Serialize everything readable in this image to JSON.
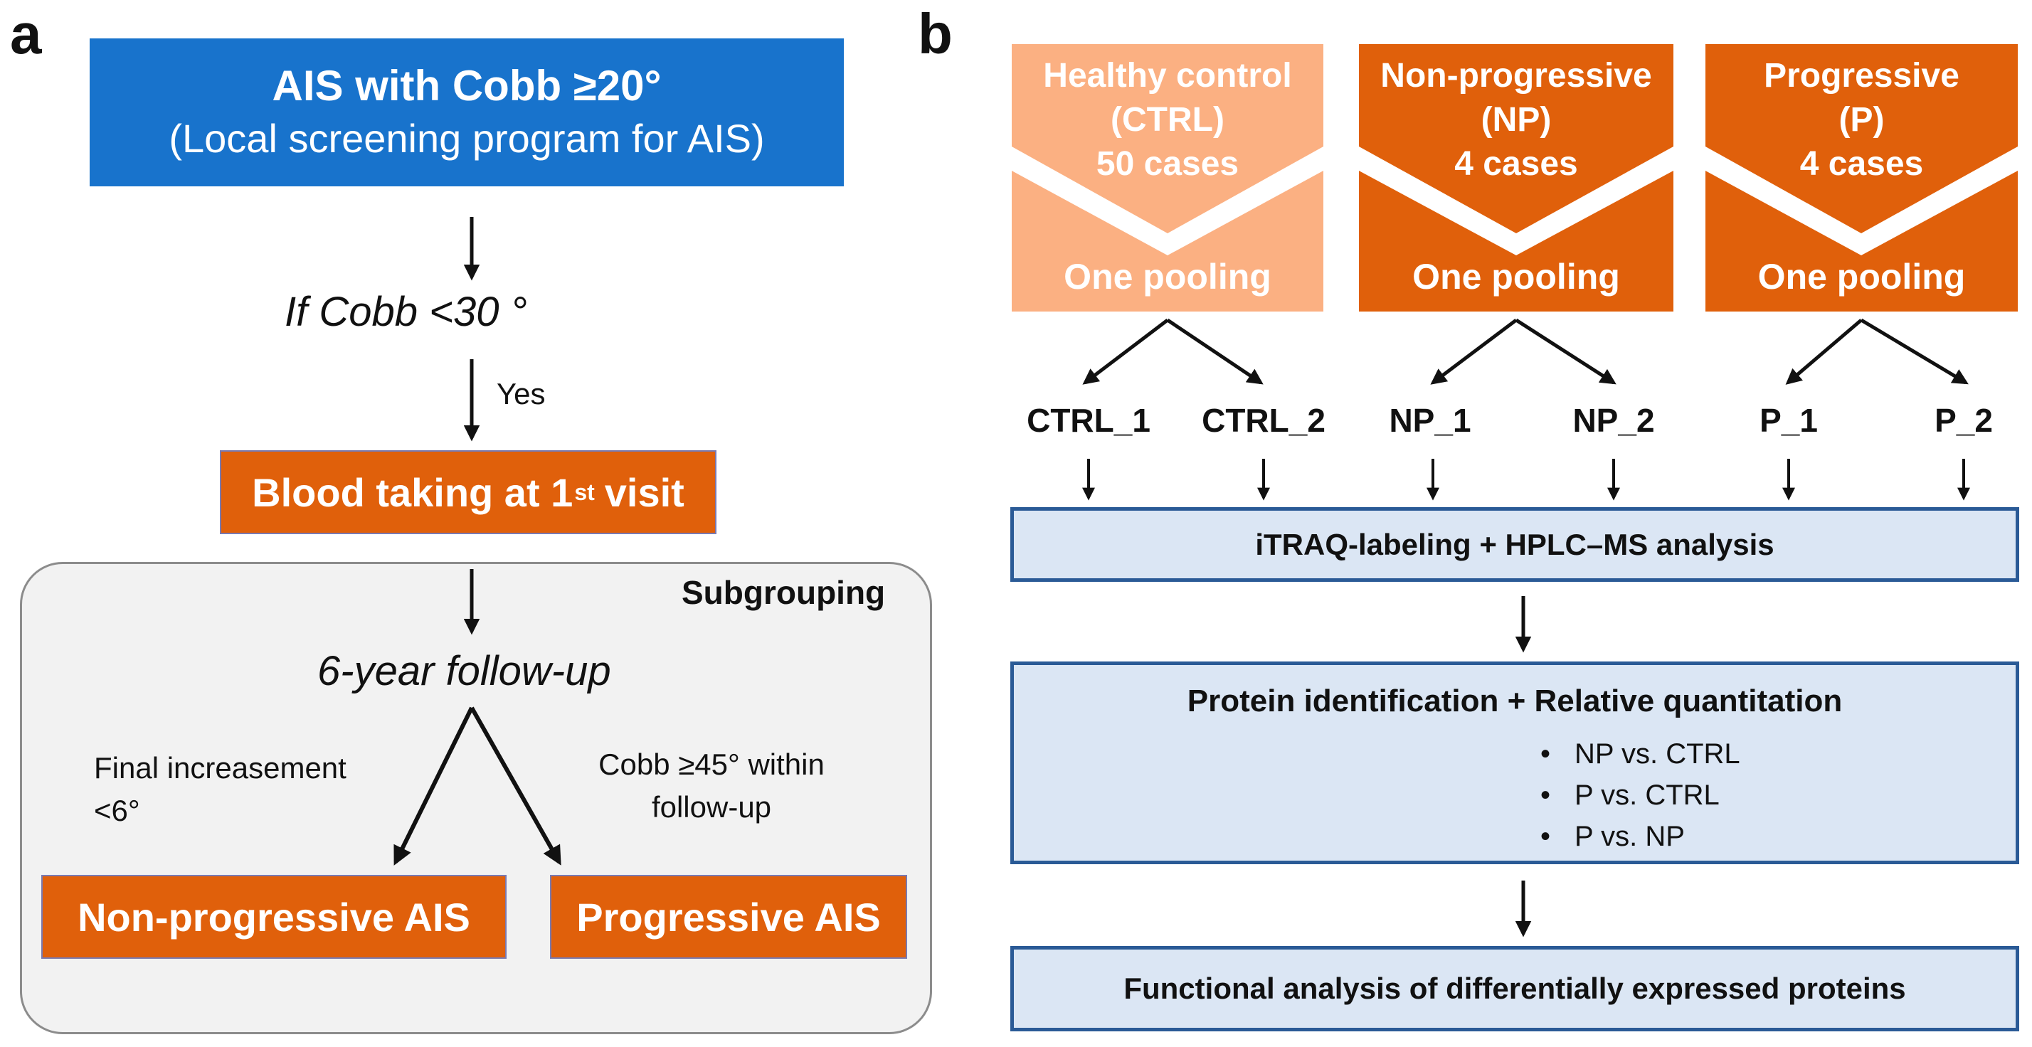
{
  "panel_a": {
    "letter": "a",
    "top_box": {
      "line1": "AIS with Cobb ≥20°",
      "line2": "(Local screening program for AIS)"
    },
    "condition": "If Cobb <30 °",
    "yes_label": "Yes",
    "blood_box": {
      "text": "Blood taking at 1",
      "sup": "st",
      "suffix": "visit"
    },
    "subgrouping": {
      "label": "Subgrouping",
      "followup": "6-year follow-up",
      "left_criterion": {
        "line1": "Final increasement",
        "line2": "<6°"
      },
      "right_criterion": {
        "line1": "Cobb ≥45° within",
        "line2": "follow-up"
      },
      "left_outcome": "Non-progressive AIS",
      "right_outcome": "Progressive AIS"
    }
  },
  "panel_b": {
    "letter": "b",
    "groups": [
      {
        "line1": "Healthy control",
        "line2": "(CTRL)",
        "line3": "50 cases",
        "pool": "One pooling",
        "color": "#fbb082"
      },
      {
        "line1": "Non-progressive",
        "line2": "(NP)",
        "line3": "4 cases",
        "pool": "One pooling",
        "color": "#e0600b"
      },
      {
        "line1": "Progressive",
        "line2": "(P)",
        "line3": "4 cases",
        "pool": "One pooling",
        "color": "#e0600b"
      }
    ],
    "samples": [
      "CTRL_1",
      "CTRL_2",
      "NP_1",
      "NP_2",
      "P_1",
      "P_2"
    ],
    "step1": "iTRAQ-labeling + HPLC–MS analysis",
    "step2": {
      "title": "Protein identification + Relative quantitation",
      "bullets": [
        "NP vs. CTRL",
        "P vs. CTRL",
        "P vs. NP"
      ]
    },
    "step3": "Functional analysis of differentially expressed proteins"
  },
  "colors": {
    "blue": "#1873cc",
    "orange": "#e0600b",
    "light_orange": "#fbb082",
    "light_blue_fill": "#dbe6f4",
    "box_border": "#2a5a96"
  }
}
